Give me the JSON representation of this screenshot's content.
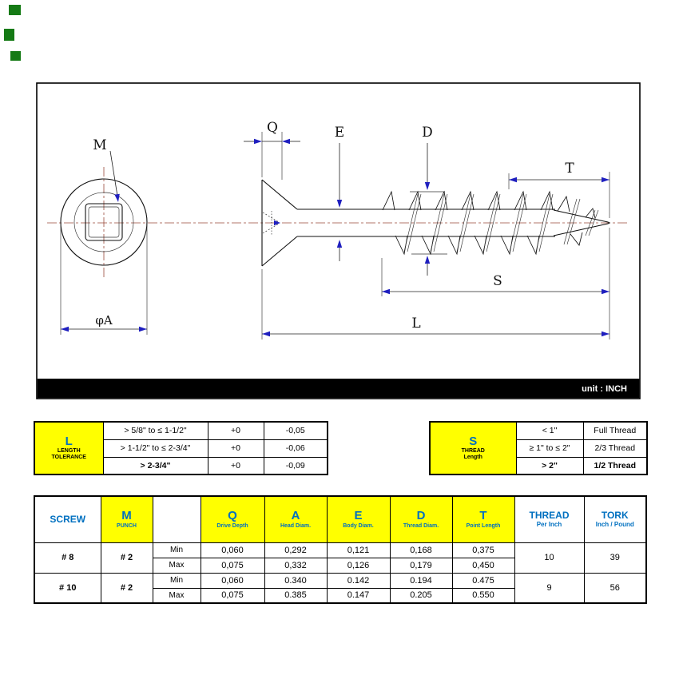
{
  "colors": {
    "accent_blue": "#0070C0",
    "header_yellow": "#FFFF00",
    "arrow_blue": "#1F1FBF",
    "centerline_red": "#9A4A3A",
    "marker_green": "#157A15"
  },
  "drawing": {
    "unit_label": "unit : INCH",
    "labels": {
      "m": "M",
      "q": "Q",
      "e": "E",
      "d": "D",
      "t": "T",
      "s": "S",
      "l": "L",
      "phi_a": "φA"
    }
  },
  "length_tolerance_table": {
    "letter": "L",
    "title_line1": "LENGTH",
    "title_line2": "TOLERANCE",
    "rows": [
      {
        "range": "> 5/8\" to ≤ 1-1/2\"",
        "plus": "+0",
        "minus": "-0,05"
      },
      {
        "range": "> 1-1/2\" to ≤ 2-3/4\"",
        "plus": "+0",
        "minus": "-0,06"
      },
      {
        "range": "> 2-3/4\"",
        "plus": "+0",
        "minus": "-0,09"
      }
    ]
  },
  "thread_length_table": {
    "letter": "S",
    "title_line1": "THREAD",
    "title_line2": "Length",
    "rows": [
      {
        "range": "< 1\"",
        "value": "Full Thread"
      },
      {
        "range": "≥ 1\" to ≤ 2\"",
        "value": "2/3 Thread"
      },
      {
        "range": "> 2\"",
        "value": "1/2 Thread"
      }
    ]
  },
  "spec_table": {
    "headers": {
      "screw": "SCREW",
      "punch_letter": "M",
      "punch_sub": "PUNCH",
      "q_letter": "Q",
      "q_sub": "Drive Depth",
      "a_letter": "A",
      "a_sub": "Head Diam.",
      "e_letter": "E",
      "e_sub": "Body Diam.",
      "d_letter": "D",
      "d_sub": "Thread Diam.",
      "t_letter": "T",
      "t_sub": "Point Length",
      "thread": "THREAD",
      "thread_sub": "Per Inch",
      "tork": "TORK",
      "tork_sub": "Inch / Pound"
    },
    "row_labels": {
      "min": "Min",
      "max": "Max"
    },
    "rows": [
      {
        "screw": "# 8",
        "punch": "# 2",
        "min": {
          "q": "0,060",
          "a": "0,292",
          "e": "0,121",
          "d": "0,168",
          "t": "0,375"
        },
        "max": {
          "q": "0,075",
          "a": "0,332",
          "e": "0,126",
          "d": "0,179",
          "t": "0,450"
        },
        "thread_per_inch": "10",
        "tork": "39"
      },
      {
        "screw": "# 10",
        "punch": "# 2",
        "min": {
          "q": "0,060",
          "a": "0.340",
          "e": "0.142",
          "d": "0.194",
          "t": "0.475"
        },
        "max": {
          "q": "0,075",
          "a": "0.385",
          "e": "0.147",
          "d": "0.205",
          "t": "0.550"
        },
        "thread_per_inch": "9",
        "tork": "56"
      }
    ]
  }
}
